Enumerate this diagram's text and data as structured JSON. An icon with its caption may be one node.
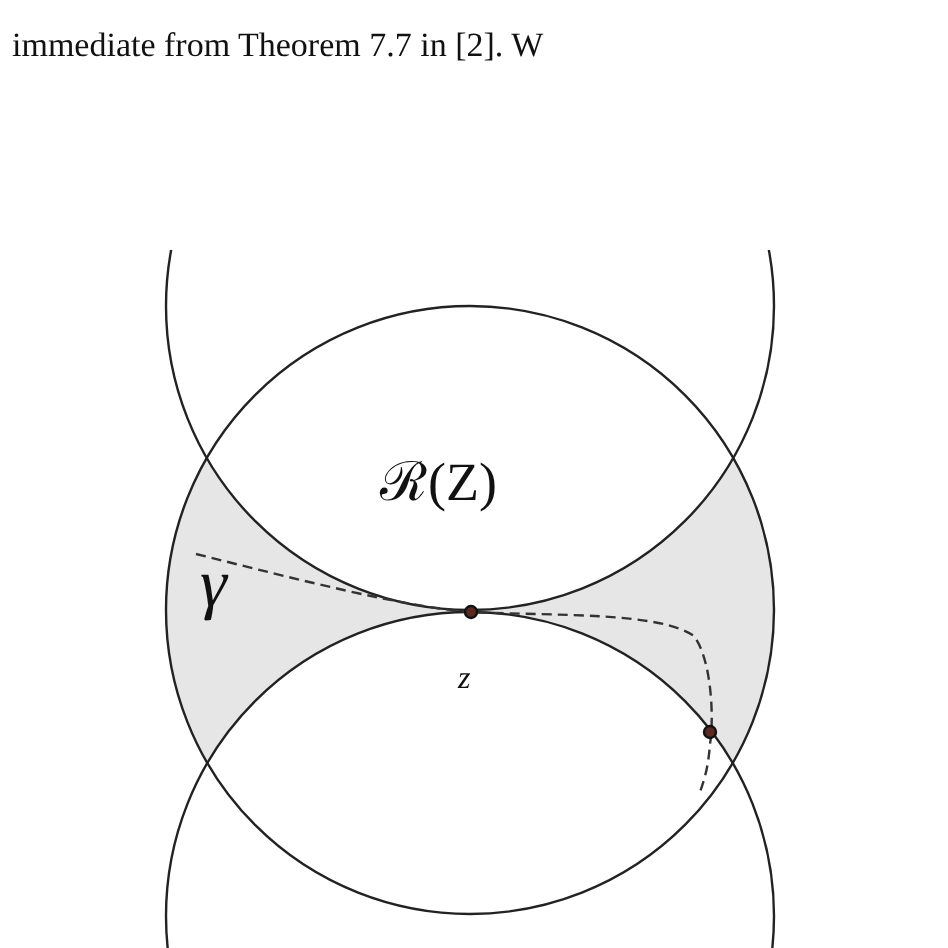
{
  "diagram": {
    "labels": [
      "immediate from Theorem 7.7 in [2]. W",
      "ℛ(Z)",
      "γ",
      "z"
    ]
  }
}
